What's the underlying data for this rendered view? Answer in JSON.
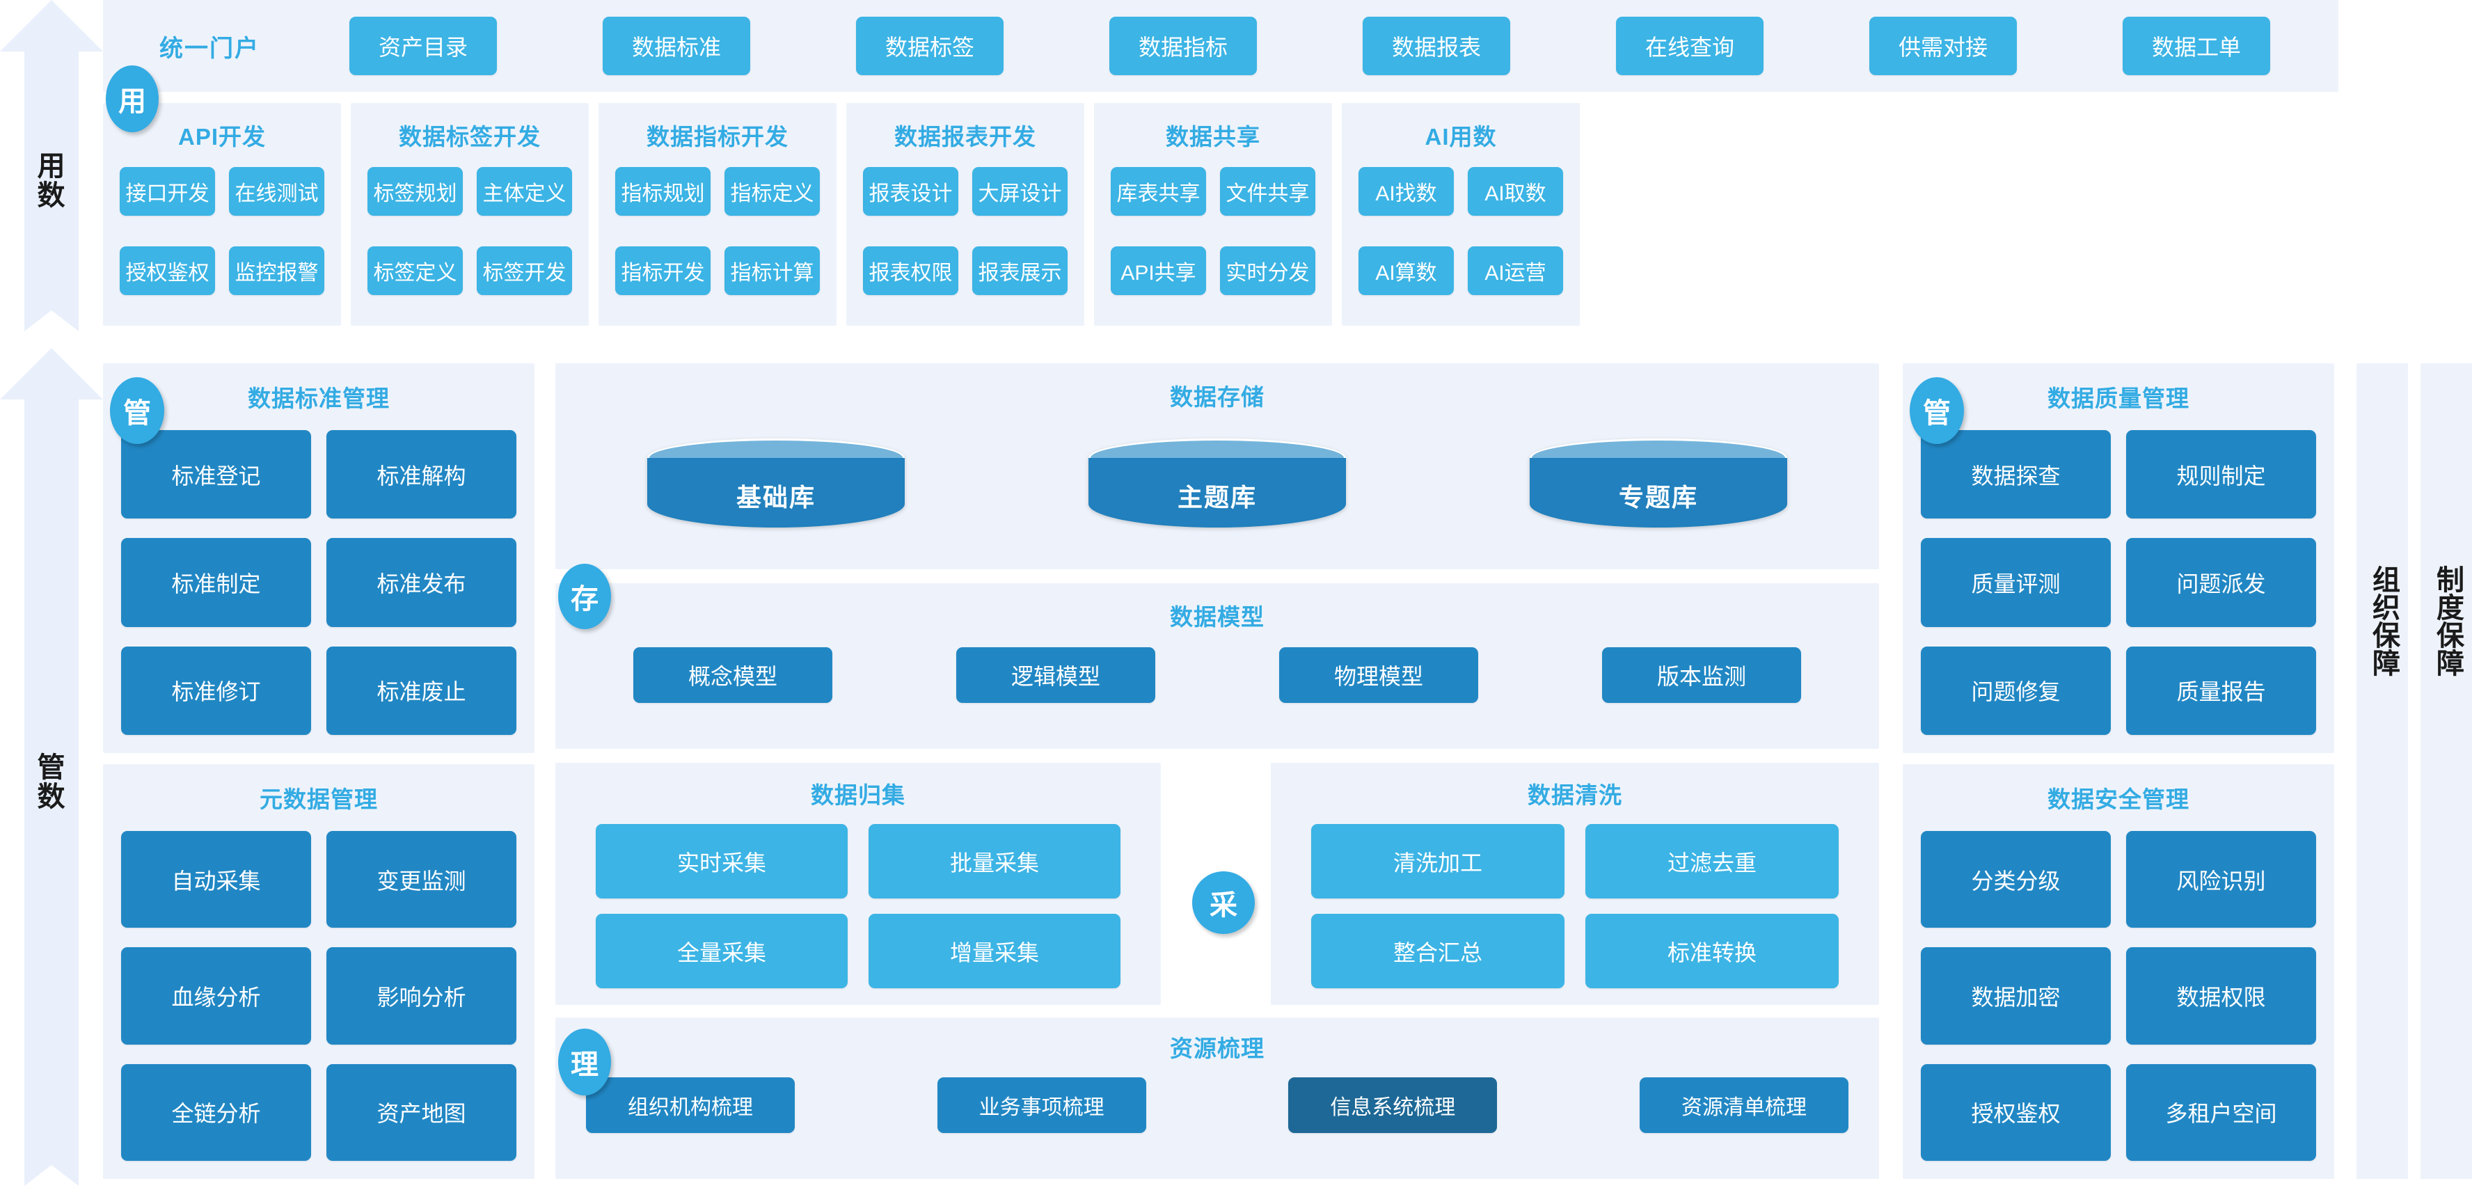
{
  "rails": [
    {
      "label": "用数"
    },
    {
      "label": "管数"
    }
  ],
  "portal": {
    "label": "统一门户",
    "chips": [
      "资产目录",
      "数据标准",
      "数据标签",
      "数据指标",
      "数据报表",
      "在线查询",
      "供需对接",
      "数据工单"
    ]
  },
  "use_layer": {
    "badge": "用",
    "groups": [
      {
        "title": "API开发",
        "items": [
          "接口开发",
          "在线测试",
          "授权鉴权",
          "监控报警"
        ]
      },
      {
        "title": "数据标签开发",
        "items": [
          "标签规划",
          "主体定义",
          "标签定义",
          "标签开发"
        ]
      },
      {
        "title": "数据指标开发",
        "items": [
          "指标规划",
          "指标定义",
          "指标开发",
          "指标计算"
        ]
      },
      {
        "title": "数据报表开发",
        "items": [
          "报表设计",
          "大屏设计",
          "报表权限",
          "报表展示"
        ]
      },
      {
        "title": "数据共享",
        "items": [
          "库表共享",
          "文件共享",
          "API共享",
          "实时分发"
        ]
      },
      {
        "title": "AI用数",
        "items": [
          "AI找数",
          "AI取数",
          "AI算数",
          "AI运营"
        ]
      }
    ]
  },
  "left_column": {
    "badge": "管",
    "groups": [
      {
        "title": "数据标准管理",
        "items": [
          "标准登记",
          "标准解构",
          "标准制定",
          "标准发布",
          "标准修订",
          "标准废止"
        ]
      },
      {
        "title": "元数据管理",
        "items": [
          "自动采集",
          "变更监测",
          "血缘分析",
          "影响分析",
          "全链分析",
          "资产地图"
        ]
      }
    ]
  },
  "right_column": {
    "badge": "管",
    "groups": [
      {
        "title": "数据质量管理",
        "items": [
          "数据探查",
          "规则制定",
          "质量评测",
          "问题派发",
          "问题修复",
          "质量报告"
        ]
      },
      {
        "title": "数据安全管理",
        "items": [
          "分类分级",
          "风险识别",
          "数据加密",
          "数据权限",
          "授权鉴权",
          "多租户空间"
        ]
      }
    ]
  },
  "center": {
    "storage": {
      "badge": "存",
      "title": "数据存储",
      "stores": [
        "基础库",
        "主题库",
        "专题库"
      ]
    },
    "model": {
      "title": "数据模型",
      "items": [
        "概念模型",
        "逻辑模型",
        "物理模型",
        "版本监测"
      ]
    },
    "collect": {
      "badge": "采",
      "title": "数据归集",
      "items": [
        "实时采集",
        "批量采集",
        "全量采集",
        "增量采集"
      ]
    },
    "clean": {
      "title": "数据清洗",
      "items": [
        "清洗加工",
        "过滤去重",
        "整合汇总",
        "标准转换"
      ]
    },
    "resource": {
      "badge": "理",
      "title": "资源梳理",
      "items": [
        "组织机构梳理",
        "业务事项梳理",
        "信息系统梳理",
        "资源清单梳理"
      ]
    }
  },
  "guarantee": [
    {
      "label": "组织保障"
    },
    {
      "label": "制度保障"
    }
  ],
  "colors": {
    "panel_bg": "#eef3fb",
    "accent_light": "#3cb4e5",
    "accent_mid": "#2187c4",
    "accent_deep": "#1d6896",
    "title_blue": "#33abe3",
    "cylinder_top": "#74b4db",
    "cylinder_body": "#2180bd"
  }
}
